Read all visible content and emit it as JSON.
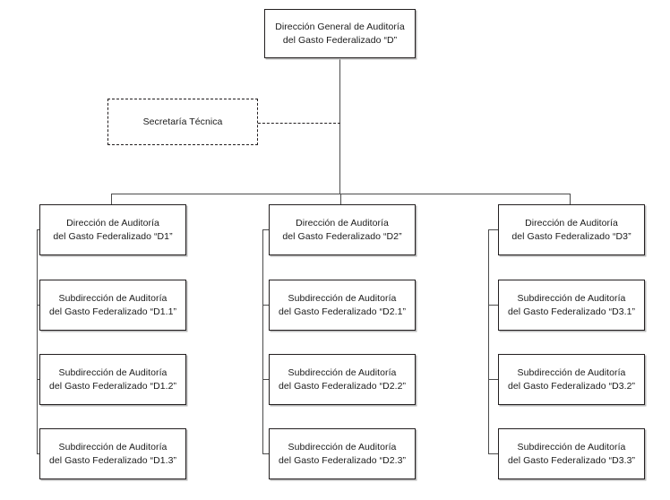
{
  "diagram": {
    "title_text": "Dirección General de Auditoría del Gasto Federalizado “D”",
    "colors": {
      "box_border": "#231f20",
      "connector": "#4c4c4c",
      "shadow": "#b9b9b9",
      "background": "#ffffff",
      "text": "#1a1a1a"
    },
    "root": {
      "line1": "Dirección General de Auditoría",
      "line2": "del Gasto Federalizado “D”",
      "text": "Dirección General de Auditoría\ndel Gasto Federalizado “D”"
    },
    "staff": {
      "line1": "Secretaría Técnica",
      "text": "Secretaría Técnica",
      "style": "dashed"
    },
    "columns": [
      {
        "head": {
          "line1": "Dirección de Auditoría",
          "line2": "del Gasto Federalizado “D1”",
          "text": "Dirección de Auditoría\ndel Gasto Federalizado “D1”"
        },
        "children": [
          {
            "line1": "Subdirección de Auditoría",
            "line2": "del Gasto Federalizado “D1.1”",
            "text": "Subdirección de Auditoría\ndel Gasto Federalizado “D1.1”"
          },
          {
            "line1": "Subdirección de Auditoría",
            "line2": "del Gasto Federalizado “D1.2”",
            "text": "Subdirección de Auditoría\ndel Gasto Federalizado “D1.2”"
          },
          {
            "line1": "Subdirección de Auditoría",
            "line2": "del Gasto Federalizado “D1.3”",
            "text": "Subdirección de Auditoría\ndel Gasto Federalizado “D1.3”"
          }
        ]
      },
      {
        "head": {
          "line1": "Dirección de Auditoría",
          "line2": "del Gasto Federalizado “D2”",
          "text": "Dirección de Auditoría\ndel Gasto Federalizado “D2”"
        },
        "children": [
          {
            "line1": "Subdirección de Auditoría",
            "line2": "del Gasto Federalizado “D2.1”",
            "text": "Subdirección de Auditoría\ndel Gasto Federalizado “D2.1”"
          },
          {
            "line1": "Subdirección de Auditoría",
            "line2": "del Gasto Federalizado “D2.2”",
            "text": "Subdirección de Auditoría\ndel Gasto Federalizado “D2.2”"
          },
          {
            "line1": "Subdirección de Auditoría",
            "line2": "del Gasto Federalizado “D2.3”",
            "text": "Subdirección de Auditoría\ndel Gasto Federalizado “D2.3”"
          }
        ]
      },
      {
        "head": {
          "line1": "Dirección de Auditoría",
          "line2": "del Gasto Federalizado “D3”",
          "text": "Dirección de Auditoría\ndel Gasto Federalizado “D3”"
        },
        "children": [
          {
            "line1": "Subdirección de Auditoría",
            "line2": "del Gasto Federalizado “D3.1”",
            "text": "Subdirección de Auditoría\ndel Gasto Federalizado “D3.1”"
          },
          {
            "line1": "Subdirección de Auditoría",
            "line2": "del Gasto Federalizado “D3.2”",
            "text": "Subdirección de Auditoría\ndel Gasto Federalizado “D3.2”"
          },
          {
            "line1": "Subdirección de Auditoría",
            "line2": "del Gasto Federalizado “D3.3”",
            "text": "Subdirección de Auditoría\ndel Gasto Federalizado “D3.3”"
          }
        ]
      }
    ]
  }
}
